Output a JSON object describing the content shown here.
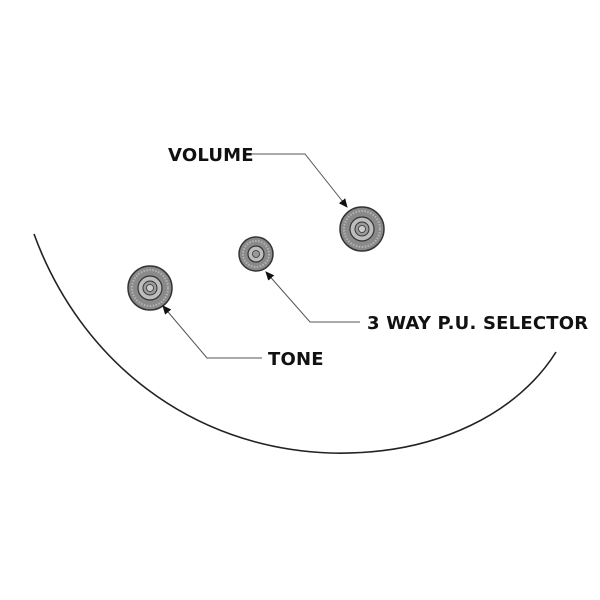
{
  "labels": {
    "volume": "VOLUME",
    "selector": "3 WAY P.U. SELECTOR",
    "tone": "TONE"
  },
  "colors": {
    "body_outline": "#222222",
    "leader_line": "#555555",
    "knob_fill": "#8a8a8a",
    "knob_inner": "#bdbdbd",
    "knob_outline": "#333333"
  }
}
